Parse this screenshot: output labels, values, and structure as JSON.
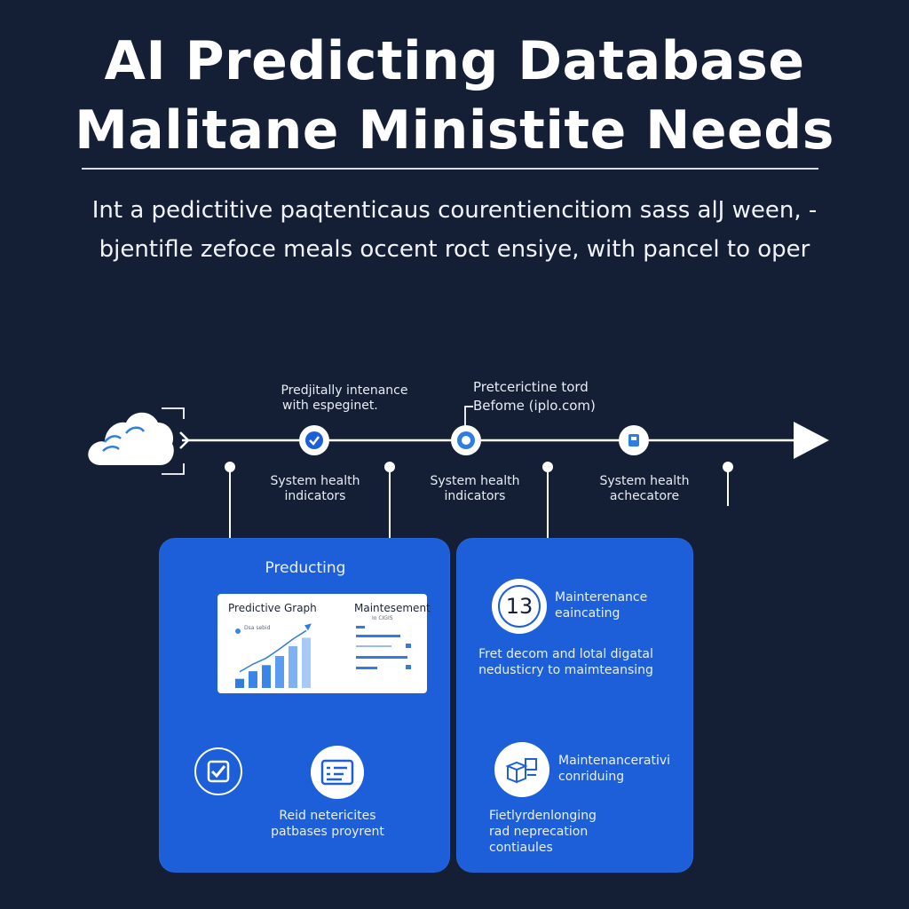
{
  "header": {
    "title_line1": "AI Predicting Database",
    "title_line2": "Malitane Ministite Needs",
    "subtitle_line1": "Int a pedictitive paqtenticaus courentiencitiom sass alJ ween, -",
    "subtitle_line2": "bjentifle zefoce meals occent roct ensiye, with pancel to oper"
  },
  "timeline": {
    "label_top_1a": "Predjitally intenance",
    "label_top_1b": "with espeginet.",
    "label_top_2a": "Pretcerictine tord",
    "label_top_2b": "Befome (iplo.com)",
    "label_bottom_1a": "System health",
    "label_bottom_1b": "indicators",
    "label_bottom_2a": "System health",
    "label_bottom_2b": "indicators",
    "label_bottom_3a": "System health",
    "label_bottom_3b": "achecatore"
  },
  "card_left": {
    "heading": "Preducting",
    "panel_title_left": "Predictive Graph",
    "panel_title_right": "Maintesement",
    "panel_legend": "Dsa sebid",
    "panel_row_label": "Io CIGIS",
    "bar_values": [
      12,
      22,
      30,
      42,
      55,
      66
    ],
    "bottom_caption_line1": "Reid netericites",
    "bottom_caption_line2": "patbases proyrent"
  },
  "card_right": {
    "badge_number": "13",
    "item1_line1": "Mainterenance",
    "item1_line2": "eaincating",
    "desc_line1": "Fret decom and lotal digatal",
    "desc_line2": "nedusticry to maimteansing",
    "item2_line1": "Maintenancerativi",
    "item2_line2": "conriduing",
    "foot_line1": "Fietlyrdenlonging",
    "foot_line2": "rad neprecation",
    "foot_line3": "contiaules"
  },
  "colors": {
    "background": "#141f36",
    "card": "#1d5fd8",
    "accent_blue": "#2f7de1",
    "bar_blue": "#3a86e8"
  }
}
